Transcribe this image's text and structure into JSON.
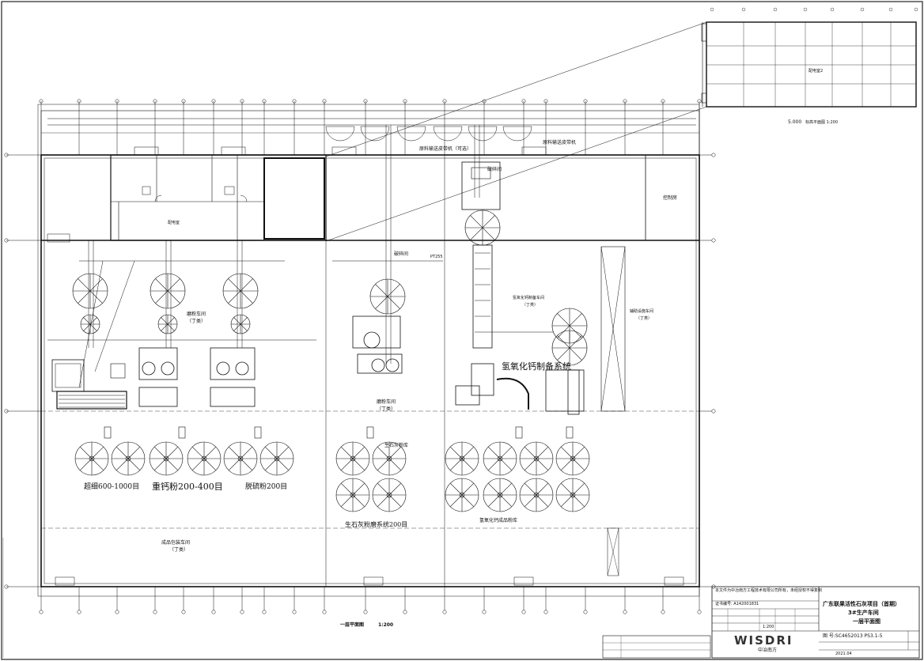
{
  "drawing": {
    "plan_title": "一层平面图",
    "plan_scale": "1:200",
    "upper_detail_title": "5.000",
    "upper_detail_sub": "标高平面图 1:200",
    "upper_room_label": "配电室2",
    "conveyor_top": "原料输送皮带机（可选）",
    "conveyor_right": "原料输送皮带机",
    "control_room": "控制房",
    "crushing_room": "破碎间",
    "crush_right": "破碎间",
    "grinding_left": "磨粉车间",
    "grinding_left_sub": "（丁类）",
    "grinding_mid": "磨粉车间",
    "grinding_mid_sub": "（丁类）",
    "hydroxide_system": "氢氧化钙制备系统",
    "hydroxide_workshop": "氢氧化钙制备车间",
    "hydroxide_workshop_sub": "（丁类）",
    "side_workshop": "辅助设施车间",
    "side_workshop_sub": "（丁类）",
    "silo_label_1": "超细600-1000目",
    "silo_label_2": "重钙粉200-400目",
    "silo_label_3": "脱硫粉200目",
    "quicklime_silo": "生石灰粉库",
    "quicklime_system": "生石灰粉磨系统200目",
    "hydroxide_silo": "氢氧化钙成品粉库",
    "packing_workshop": "成品包装车间",
    "packing_workshop_sub": "（丁类）",
    "distribution_room": "配电室",
    "pipe_tag": "PT255"
  },
  "title_block": {
    "project_line1": "广东联果活性石灰项目（首期）",
    "project_line2": "3#生产车间",
    "project_line3": "一层平面图",
    "drawing_no": "图 号:SC4652013 PS3.1-5",
    "logo_text": "WISDRI",
    "logo_sub": "中冶南方",
    "scale": "1:200",
    "date": "2021.04",
    "cert_label": "证书编号: A142001831",
    "notes_header": "本文件为中冶南方工程技术有限公司所有，未经授权不得复制"
  },
  "colors": {
    "line": "#111111",
    "bg": "#ffffff"
  }
}
